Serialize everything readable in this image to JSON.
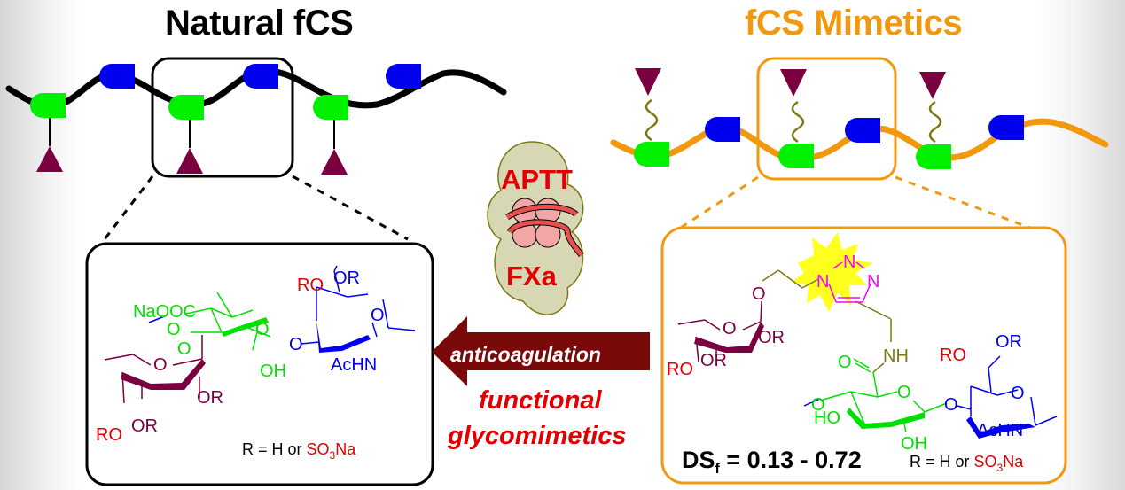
{
  "left_panel": {
    "title": "Natural fCS",
    "structure_labels": {
      "naooc": "NaOOC",
      "o_ring_gal": "O",
      "o_link_a": "O",
      "o_link_b": "O",
      "oh": "OH",
      "o_glyco": "O",
      "ro_galnac": "RO",
      "or_galnac": "OR",
      "o_ring_galnac": "O",
      "achn": "AcHN",
      "o_ring_fuc": "O",
      "or_fuc_1": "OR",
      "or_fuc_2": "OR",
      "ro_fuc": "RO"
    },
    "r_legend": {
      "prefix": "R = H or ",
      "so3": "SO",
      "sub": "3",
      "na": "Na"
    }
  },
  "center": {
    "enzyme_labels": [
      "APTT",
      "FXa"
    ],
    "arrow_label": "anticoagulation",
    "caption_line1": "functional",
    "caption_line2": "glycomimetics"
  },
  "right_panel": {
    "title": "fCS Mimetics",
    "structure_labels": {
      "o_fuc_link": "O",
      "o_ring_fuc": "O",
      "or_fuc_1": "OR",
      "or_fuc_2": "OR",
      "ro_fuc": "RO",
      "triazole_n1": "N",
      "triazole_n2": "N",
      "triazole_n3": "N",
      "nh": "NH",
      "carbonyl_o": "O",
      "o_ring_glca": "O",
      "o_link": "O",
      "ho": "HO",
      "oh": "OH",
      "o_glyco": "O",
      "ro_galnac": "RO",
      "or_galnac": "OR",
      "o_ring_galnac": "O",
      "achn": "AcHN"
    },
    "ds_label": {
      "ds": "DS",
      "sub": "f",
      "value": " = 0.13 - 0.72"
    },
    "r_legend": {
      "prefix": "R = H or ",
      "so3": "SO",
      "sub": "3",
      "na": "Na"
    }
  },
  "colors": {
    "chain_natural": "#000000",
    "chain_mimetic": "#f0990f",
    "glcA_unit": "#00f000",
    "galnac_unit": "#0000ee",
    "fucose_unit": "#7a0040",
    "linker": "#7a7a10",
    "triazole": "#ff00ff",
    "burst": "#ffff20",
    "sulfate_red": "#e00000",
    "arrow_fill": "#7a0a0a",
    "enzyme_blob": "#d7d7b4"
  }
}
